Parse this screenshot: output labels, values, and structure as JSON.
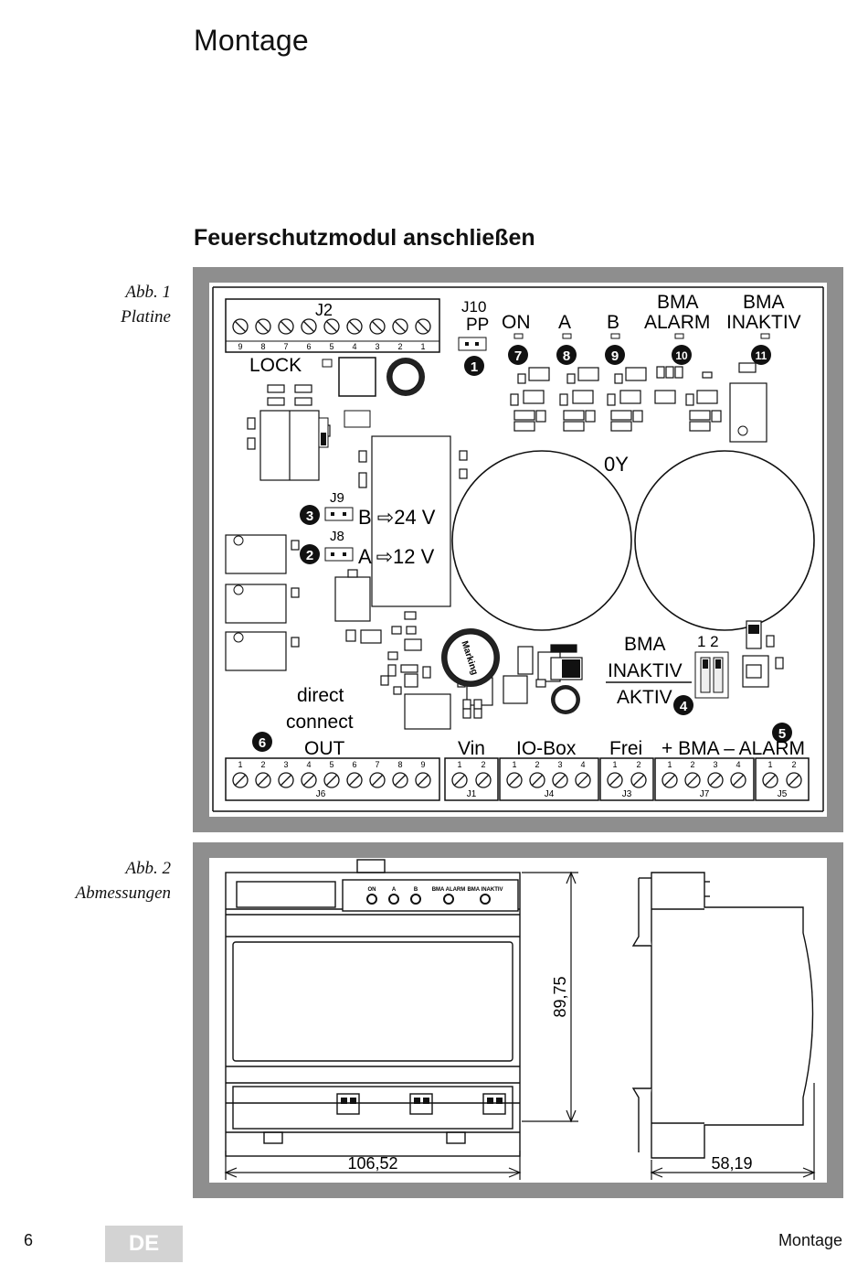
{
  "header": {
    "title": "Montage"
  },
  "section": {
    "title": "Feuerschutzmodul anschließen"
  },
  "figure1": {
    "caption_line1": "Abb. 1",
    "caption_line2": "Platine",
    "labels": {
      "j2": "J2",
      "lock": "LOCK",
      "j10": "J10",
      "pp": "PP",
      "on": "ON",
      "a": "A",
      "b": "B",
      "bma": "BMA",
      "alarm": "ALARM",
      "inaktiv": "INAKTIV",
      "oy": "0Y",
      "j9": "J9",
      "b24": "B ⇨24 V",
      "j8": "J8",
      "a12": "A ⇨12 V",
      "direct": "direct",
      "connect": "connect",
      "out": "OUT",
      "vin": "Vin",
      "iobox": "IO-Box",
      "frei": "Frei",
      "bma_alarm_bottom": "+ BMA – ALARM",
      "dip_numbers": "1 2",
      "bma_mid": "BMA",
      "inaktiv_mid": "INAKTIV",
      "aktiv_mid": "AKTIV",
      "marking": "Marking",
      "j6": "J6",
      "j1": "J1",
      "j4": "J4",
      "j3": "J3",
      "j7": "J7",
      "j5": "J5"
    },
    "markers": [
      "1",
      "2",
      "3",
      "4",
      "5",
      "6",
      "7",
      "8",
      "9",
      "10",
      "11"
    ],
    "j2_pins": [
      "9",
      "8",
      "7",
      "6",
      "5",
      "4",
      "3",
      "2",
      "1"
    ],
    "j6_pins": [
      "1",
      "2",
      "3",
      "4",
      "5",
      "6",
      "7",
      "8",
      "9"
    ]
  },
  "figure2": {
    "caption_line1": "Abb. 2",
    "caption_line2": "Abmessungen",
    "height_dim": "89,75",
    "width_dim": "106,52",
    "depth_dim": "58,19",
    "led_labels": [
      "ON",
      "A",
      "B",
      "BMA ALARM",
      "BMA INAKTIV"
    ]
  },
  "footer": {
    "page_number": "6",
    "language": "DE",
    "section": "Montage"
  }
}
